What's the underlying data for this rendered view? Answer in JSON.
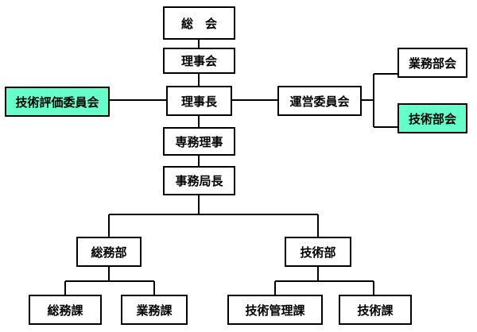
{
  "colors": {
    "line": "#000000",
    "highlight": "#66ffcc",
    "box": "#ffffff"
  },
  "org": {
    "general_assembly": "総　会",
    "board": "理事会",
    "chairman": "理事長",
    "tech_eval_committee": "技術評価委員会",
    "steering_committee": "運営委員会",
    "business_subcommittee": "業務部会",
    "tech_subcommittee": "技術部会",
    "executive_director": "専務理事",
    "secretariat_head": "事務局長",
    "general_affairs_dept": "総務部",
    "tech_dept": "技術部",
    "general_affairs_section": "総務課",
    "business_section": "業務課",
    "tech_management_section": "技術管理課",
    "tech_section": "技術課"
  }
}
